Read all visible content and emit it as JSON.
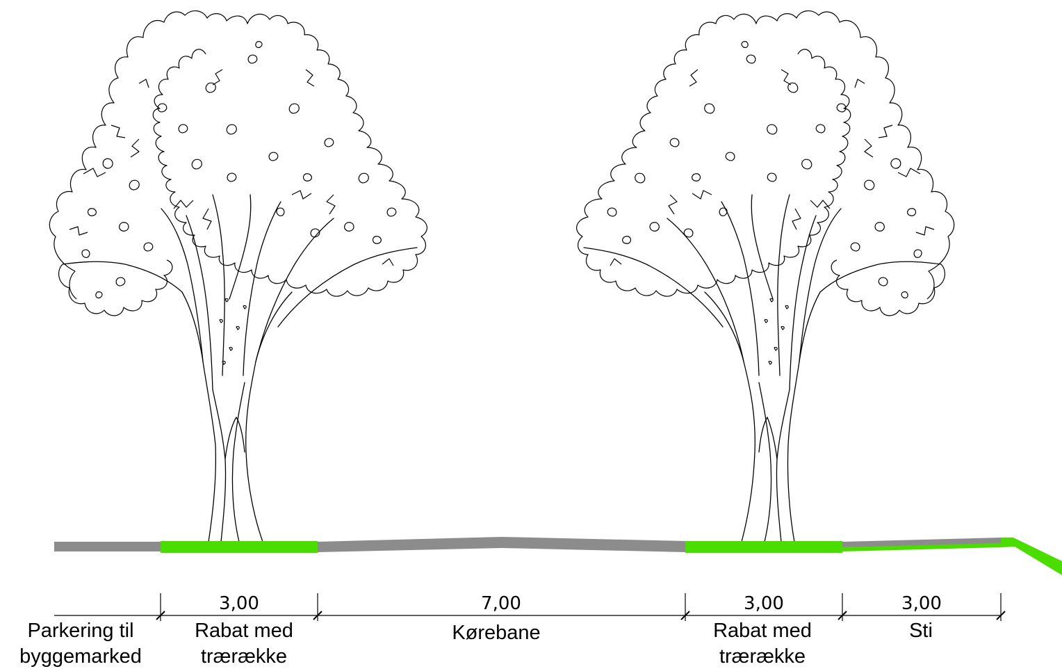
{
  "colors": {
    "paved": "#8c8c8c",
    "verge": "#4cdd00",
    "line": "#000000",
    "background": "#ffffff"
  },
  "dimensions": [
    {
      "id": "dim-verge-left",
      "value": "3,00"
    },
    {
      "id": "dim-carriageway",
      "value": "7,00"
    },
    {
      "id": "dim-verge-right",
      "value": "3,00"
    },
    {
      "id": "dim-path",
      "value": "3,00"
    }
  ],
  "zones": [
    {
      "id": "parking",
      "line1": "Parkering til",
      "line2": "byggemarked"
    },
    {
      "id": "verge-left",
      "line1": "Rabat med",
      "line2": "trærække"
    },
    {
      "id": "carriageway",
      "line1": "Kørebane",
      "line2": ""
    },
    {
      "id": "verge-right",
      "line1": "Rabat med",
      "line2": "trærække"
    },
    {
      "id": "path",
      "line1": "Sti",
      "line2": ""
    }
  ],
  "icons": {
    "tree_left": "deciduous-tree-icon",
    "tree_right": "deciduous-tree-icon"
  }
}
